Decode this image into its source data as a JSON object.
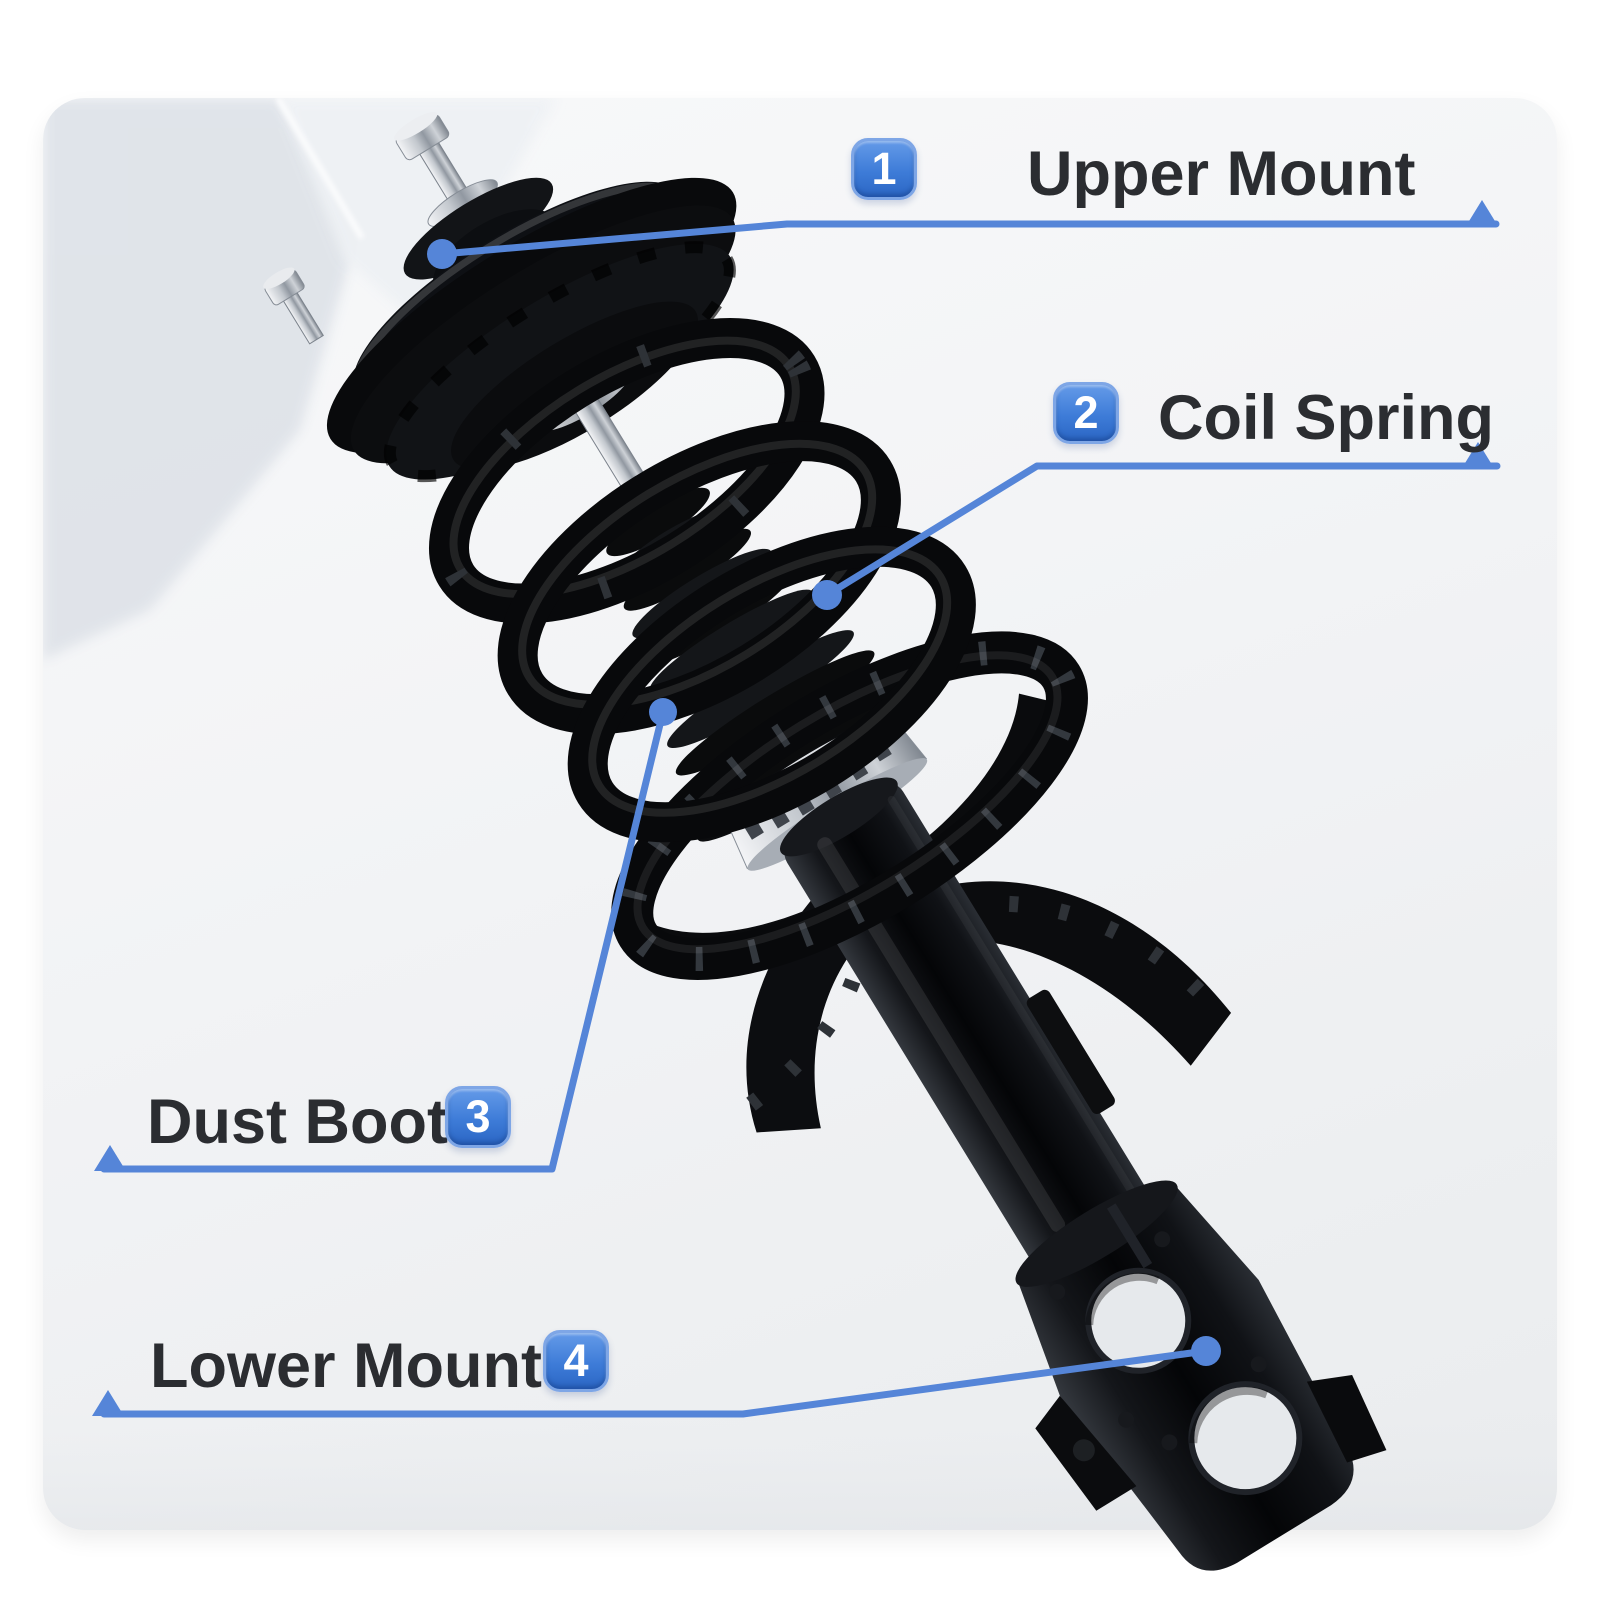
{
  "page": {
    "background_color": "#ffffff",
    "card_background_color": "#f2f4f6",
    "accent_color": "#5585d8",
    "label_text_color": "#2b2d31",
    "badge": {
      "fill_top": "#649ae8",
      "fill_bottom": "#2b66c4",
      "border_color": "#7ea6e6",
      "number_color": "#ffffff"
    }
  },
  "illustration": {
    "subject": "complete-strut-shock-absorber-assembly",
    "leader_marker_start": "dot",
    "leader_marker_end": "triangle-arrow"
  },
  "callouts": [
    {
      "number": "1",
      "label": "Upper Mount",
      "badge_side": "left"
    },
    {
      "number": "2",
      "label": "Coil Spring",
      "badge_side": "left"
    },
    {
      "number": "3",
      "label": "Dust Boot",
      "badge_side": "right"
    },
    {
      "number": "4",
      "label": "Lower Mount",
      "badge_side": "right"
    }
  ]
}
